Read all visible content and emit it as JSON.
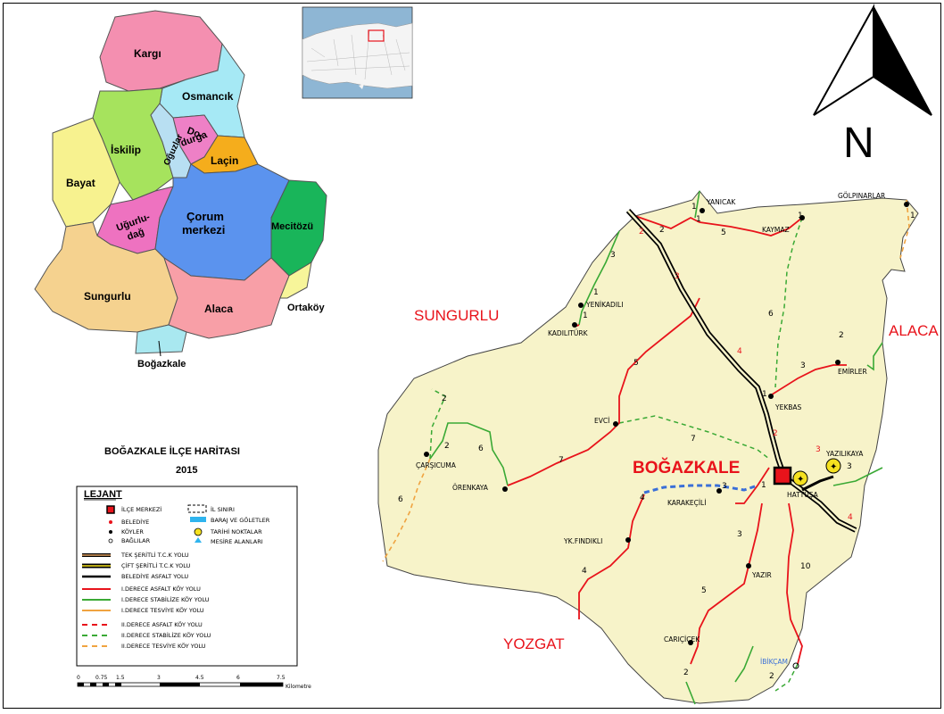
{
  "map_title": "BOĞAZKALE İLÇE HARİTASI",
  "map_year": "2015",
  "north_symbol": "north-arrow-icon",
  "north_label": "N",
  "district_name": "BOĞAZKALE",
  "neighbors": {
    "north_west": "SUNGURLU",
    "east": "ALACA",
    "south": "YOZGAT"
  },
  "inset_province_districts": [
    "Kargı",
    "Osmancık",
    "İskilip",
    "Do-",
    "durga",
    "Oğuzlar",
    "Laçin",
    "Bayat",
    "Uğurlu-",
    "dağ",
    "Çorum",
    "merkezi",
    "Mecitözü",
    "Sungurlu",
    "Alaca",
    "Ortaköy",
    "Boğazkale"
  ],
  "villages": [
    "YANICAK",
    "KAYMAZ",
    "GÖLPINARLAR",
    "YENİKADILI",
    "KADILITÜRK",
    "EMİRLER",
    "YEKBAS",
    "EVCİ",
    "YAZILIKAYA",
    "ÇARŞICUMA",
    "ÖRENKAYA",
    "KARAKEÇİLİ",
    "HATTUŞA",
    "YK.FINDIKLI",
    "YAZIR",
    "CARIÇİÇEK",
    "İBİKÇAM"
  ],
  "road_numbers": [
    "1",
    "2",
    "2",
    "5",
    "1",
    "1",
    "1",
    "3",
    "3",
    "1",
    "1",
    "6",
    "4",
    "2",
    "3",
    "1",
    "5",
    "7",
    "2",
    "2",
    "6",
    "7",
    "2",
    "3",
    "3",
    "1",
    "4",
    "3",
    "4",
    "3",
    "4",
    "5",
    "10",
    "2",
    "6",
    "2"
  ],
  "legend": {
    "title": "LEJANT",
    "left_items": [
      "İLÇE MERKEZİ",
      "BELEDİYE",
      "KÖYLER",
      "BAĞLILAR"
    ],
    "right_items": [
      "İL SINIRI",
      "BARAJ VE GÖLETLER",
      "TARİHİ NOKTALAR",
      "MESİRE ALANLARI"
    ],
    "roads": [
      "TEK ŞERİTLİ T.C.K YOLU",
      "ÇİFT ŞERİTLİ T.C.K YOLU",
      "BELEDİYE ASFALT YOLU",
      "I.DERECE ASFALT KÖY YOLU",
      "I.DERECE STABİLİZE KÖY YOLU",
      "I.DERECE TESVİYE KÖY YOLU",
      "II.DERECE ASFALT KÖY YOLU",
      "II.DERECE STABİLİZE KÖY YOLU",
      "II.DERECE TESVİYE KÖY YOLU"
    ]
  },
  "scale_bar": {
    "ticks": [
      "0",
      "0.75",
      "1.5",
      "3",
      "4.5",
      "6",
      "7.5"
    ],
    "unit": "Kilometre"
  },
  "colors": {
    "district_fill": "#f7f3c9",
    "river": "#3a6fd8",
    "road_red": "#e8131b",
    "road_green": "#3aa935",
    "road_orange": "#f0a340",
    "label_red": "#e8131b",
    "kargi": "#f48fb0",
    "osmancik": "#a6e9f5",
    "iskilip": "#a6e35d",
    "dodurga": "#ee80c6",
    "oguzlar": "#b8dff2",
    "lacin": "#f5ad1c",
    "bayat": "#f7f28f",
    "ugurludag": "#ee72c0",
    "corum": "#5b93ee",
    "mecitozu": "#19b55a",
    "sungurlu": "#f5d28f",
    "alaca": "#f89fa7",
    "ortakoy": "#f7f59a",
    "bogazkale": "#a9e8f0"
  }
}
